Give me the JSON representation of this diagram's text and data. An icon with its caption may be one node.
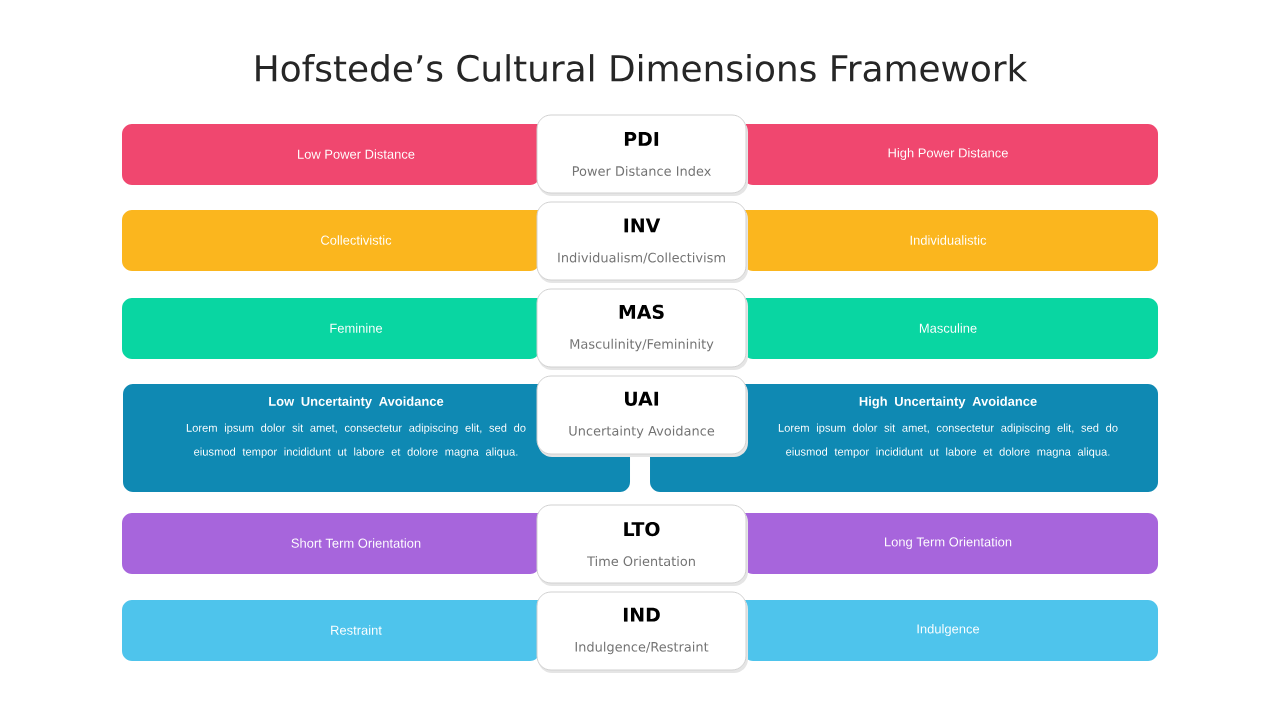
{
  "diagram": {
    "title": "Hofstede’s Cultural Dimensions Framework",
    "nodes": [
      {
        "text": [
          "Low Power Distance"
        ]
      },
      {
        "text": [
          "PDI",
          "Power Distance Index"
        ]
      },
      {
        "text": [
          "High Power Distance"
        ]
      },
      {
        "text": [
          "Collectivistic"
        ]
      },
      {
        "text": [
          "INV",
          "Individualism/Collectivism"
        ]
      },
      {
        "text": [
          "Individualistic"
        ]
      },
      {
        "text": [
          "Feminine"
        ]
      },
      {
        "text": [
          "MAS",
          "Masculinity/Femininity"
        ]
      },
      {
        "text": [
          "Masculine"
        ]
      },
      {
        "text": [
          "Low Uncertainty Avoidance",
          "Lorem ipsum dolor sit amet, consectetur adipiscing elit, sed do eiusmod tempor incididunt ut labore et dolore magna aliqua."
        ]
      },
      {
        "text": [
          "UAI",
          "Uncertainty Avoidance"
        ]
      },
      {
        "text": [
          "High Uncertainty Avoidance",
          "Lorem ipsum dolor sit amet, consectetur adipiscing elit, sed do eiusmod tempor incididunt ut labore et dolore magna aliqua."
        ]
      },
      {
        "text": [
          "Short Term Orientation"
        ]
      },
      {
        "text": [
          "LTO",
          "Time Orientation"
        ]
      },
      {
        "text": [
          "Long Term Orientation"
        ]
      },
      {
        "text": [
          "Restraint"
        ]
      },
      {
        "text": [
          "IND",
          "Indulgence/Restraint"
        ]
      },
      {
        "text": [
          "Indulgence"
        ]
      }
    ]
  }
}
